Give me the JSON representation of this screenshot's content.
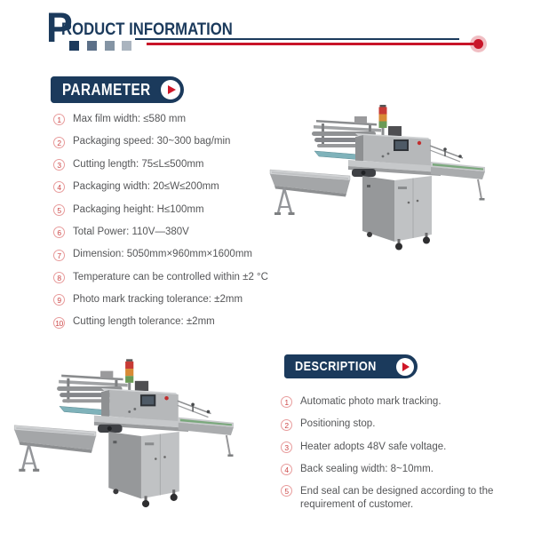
{
  "header": {
    "title_initial": "P",
    "title_rest": "RODUCT INFORMATION"
  },
  "colors": {
    "navy": "#1b3a5c",
    "red": "#c81428",
    "body_text": "#555658",
    "number_red": "#cc4646"
  },
  "icons": {
    "parameter_play": "play-icon",
    "description_play": "play-icon",
    "machine_photo": "horizontal-flow-packaging-machine-photo"
  },
  "parameter_section": {
    "badge_label": "PARAMETER",
    "items": [
      {
        "num": "1",
        "text": "Max film width: ≤580 mm"
      },
      {
        "num": "2",
        "text": "Packaging speed: 30~300 bag/min"
      },
      {
        "num": "3",
        "text": "Cutting length: 75≤L≤500mm"
      },
      {
        "num": "4",
        "text": "Packaging width: 20≤W≤200mm"
      },
      {
        "num": "5",
        "text": "Packaging height: H≤100mm"
      },
      {
        "num": "6",
        "text": "Total Power: 110V—380V"
      },
      {
        "num": "7",
        "text": "Dimension: 5050mm×960mm×1600mm"
      },
      {
        "num": "8",
        "text": "Temperature can be controlled within ±2 °C"
      },
      {
        "num": "9",
        "text": "Photo mark tracking tolerance: ±2mm"
      },
      {
        "num": "10",
        "text": "Cutting length tolerance: ±2mm"
      }
    ]
  },
  "description_section": {
    "badge_label": "DESCRIPTION",
    "items": [
      {
        "num": "1",
        "text": "Automatic photo mark tracking."
      },
      {
        "num": "2",
        "text": "Positioning stop."
      },
      {
        "num": "3",
        "text": "Heater adopts 48V safe voltage."
      },
      {
        "num": "4",
        "text": "Back sealing width: 8~10mm."
      },
      {
        "num": "5",
        "text": "End seal can be designed according to the requirement of customer."
      }
    ]
  }
}
